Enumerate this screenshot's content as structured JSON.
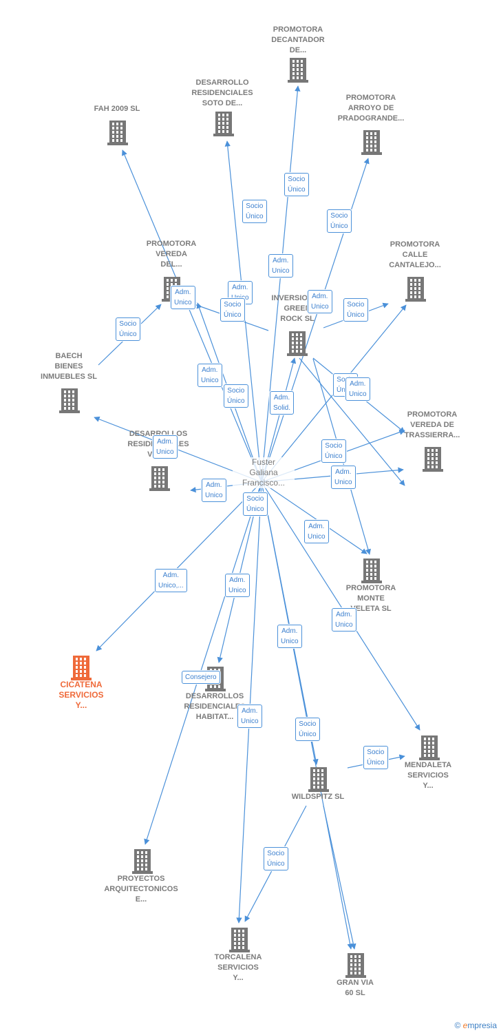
{
  "center": {
    "name": "Fuster\nGaliana\nFrancisco..."
  },
  "nodes": [
    {
      "id": "promotora-decantador",
      "label": "PROMOTORA\nDECANTADOR\nDE...",
      "color": "#777777"
    },
    {
      "id": "desarrollo-soto",
      "label": "DESARROLLO\nRESIDENCIALES\nSOTO DE...",
      "color": "#777777"
    },
    {
      "id": "fah-2009",
      "label": "FAH 2009 SL",
      "color": "#777777"
    },
    {
      "id": "promotora-arroyo",
      "label": "PROMOTORA\nARROYO DE\nPRADOGRANDE...",
      "color": "#777777"
    },
    {
      "id": "promotora-vereda-del",
      "label": "PROMOTORA\nVEREDA\nDEL...",
      "color": "#777777"
    },
    {
      "id": "promotora-calle",
      "label": "PROMOTORA\nCALLE\nCANTALEJO...",
      "color": "#777777"
    },
    {
      "id": "inversiones-green",
      "label": "INVERSIONES\nGREEN\nROCK SL",
      "color": "#777777"
    },
    {
      "id": "baech",
      "label": "BAECH\nBIENES\nINMUEBLES SL",
      "color": "#777777"
    },
    {
      "id": "promotora-trassierra",
      "label": "PROMOTORA\nVEREDA DE\nTRASSIERRA...",
      "color": "#777777"
    },
    {
      "id": "desarrollos-ver",
      "label": "DESARROLLOS\nRESIDENCIALES\nVER...",
      "color": "#777777"
    },
    {
      "id": "promotora-monte",
      "label": "PROMOTORA\nMONTE\nVELETA SL",
      "color": "#777777"
    },
    {
      "id": "cicatena",
      "label": "CICATENA\nSERVICIOS\nY...",
      "color": "#ef6a3a"
    },
    {
      "id": "desarrollos-habitat",
      "label": "DESARROLLOS\nRESIDENCIALES\nHABITAT...",
      "color": "#777777"
    },
    {
      "id": "mendaleta",
      "label": "MENDALETA\nSERVICIOS\nY...",
      "color": "#777777"
    },
    {
      "id": "wildspitz",
      "label": "WILDSPITZ SL",
      "color": "#777777"
    },
    {
      "id": "proyectos",
      "label": "PROYECTOS\nARQUITECTONICOS\nE...",
      "color": "#777777"
    },
    {
      "id": "torcalena",
      "label": "TORCALENA\nSERVICIOS\nY...",
      "color": "#777777"
    },
    {
      "id": "gran-via",
      "label": "GRAN VIA\n60 SL",
      "color": "#777777"
    }
  ],
  "edge_labels": [
    "Socio\nÚnico",
    "Socio\nÚnico",
    "Socio\nÚnico",
    "Adm.\nUnico",
    "Adm.\nUnico",
    "Socio\nÚnico",
    "Adm.\nUnico",
    "Socio\nÚnico",
    "Adm.\nUnico",
    "Socio\nÚnico",
    "Socio\nÚnico",
    "Adm.\nUnico",
    "Socio\nÚnico",
    "Adm.\nUnico",
    "Adm.\nSolid.",
    "Adm.\nUnico",
    "Socio\nÚnico",
    "Adm.\nUnico",
    "Adm.\nUnico",
    "Socio\nÚnico",
    "Adm.\nUnico",
    "Adm.\nUnico,...",
    "Adm.\nUnico",
    "Adm.\nUnico",
    "Consejero",
    "Adm.\nUnico",
    "Adm.\nUnico",
    "Socio\nÚnico",
    "Socio\nÚnico",
    "Socio\nÚnico"
  ],
  "colors": {
    "edge": "#4a90d9",
    "node": "#777777",
    "highlight": "#ef6a3a"
  },
  "footer": {
    "copyright": "©",
    "brand_e": "e",
    "brand_rest": "mpresia"
  }
}
